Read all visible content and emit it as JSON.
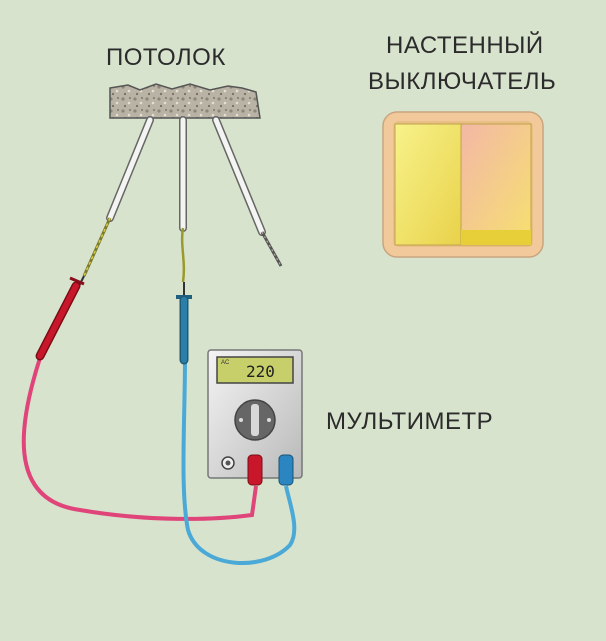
{
  "labels": {
    "ceiling": "ПОТОЛОК",
    "switch_line1": "НАСТЕННЫЙ",
    "switch_line2": "ВЫКЛЮЧАТЕЛЬ",
    "multimeter": "МУЛЬТИМЕТР"
  },
  "multimeter": {
    "reading": "220",
    "mode": "AC"
  },
  "colors": {
    "background": "#d7e3cd",
    "red_probe": "#c8162a",
    "red_cable": "#e0457a",
    "blue_probe": "#2a7fa8",
    "blue_cable": "#4aa9d6",
    "switch_key_light": "#f4ef6f",
    "switch_key_dark": "#e6c93e",
    "switch_plate": "#f2c99a"
  }
}
